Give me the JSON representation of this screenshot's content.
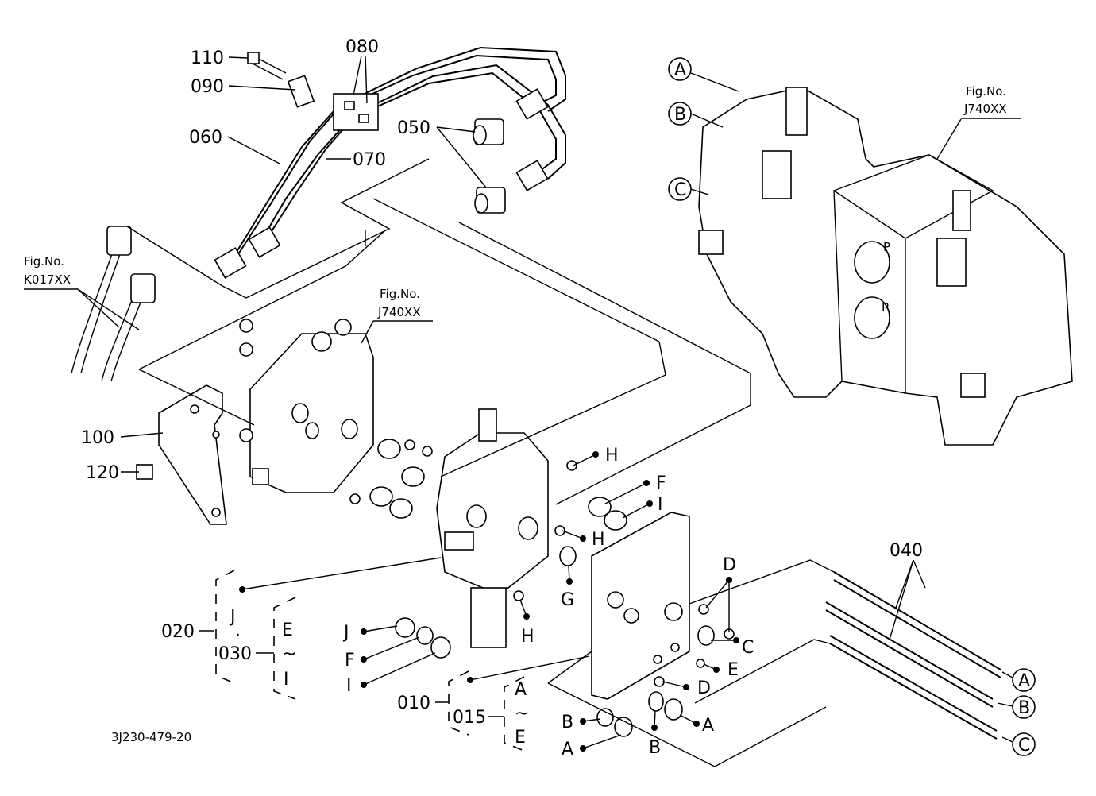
{
  "diagram": {
    "drawing_number": "3J230-479-20",
    "fig_refs": [
      {
        "line1": "Fig.No.",
        "line2": "J740XX"
      },
      {
        "line1": "Fig.No.",
        "line2": "K017XX"
      },
      {
        "line1": "Fig.No.",
        "line2": "J740XX"
      }
    ],
    "part_labels": [
      "110",
      "090",
      "060",
      "080",
      "070",
      "050",
      "100",
      "120",
      "040",
      "020",
      "030",
      "010",
      "015"
    ],
    "group_030": {
      "range_top": "E",
      "tilde": "~",
      "range_bottom": "I",
      "marker": "J"
    },
    "group_015": {
      "range_top": "A",
      "tilde": "~",
      "range_bottom": "E"
    },
    "callouts": {
      "H1": "H",
      "H2": "H",
      "H3": "H",
      "F1": "F",
      "F2": "F",
      "I1": "I",
      "I2": "I",
      "G": "G",
      "D1": "D",
      "D2": "D",
      "C1": "C",
      "E1": "E",
      "J1": "J",
      "B1": "B",
      "B2": "B",
      "A1": "A",
      "A2": "A"
    },
    "circled": {
      "top_A": "A",
      "top_B": "B",
      "top_C": "C",
      "rod_A": "A",
      "rod_B": "B",
      "rod_C": "C"
    },
    "port_marks": {
      "p": "P",
      "r": "R"
    }
  }
}
